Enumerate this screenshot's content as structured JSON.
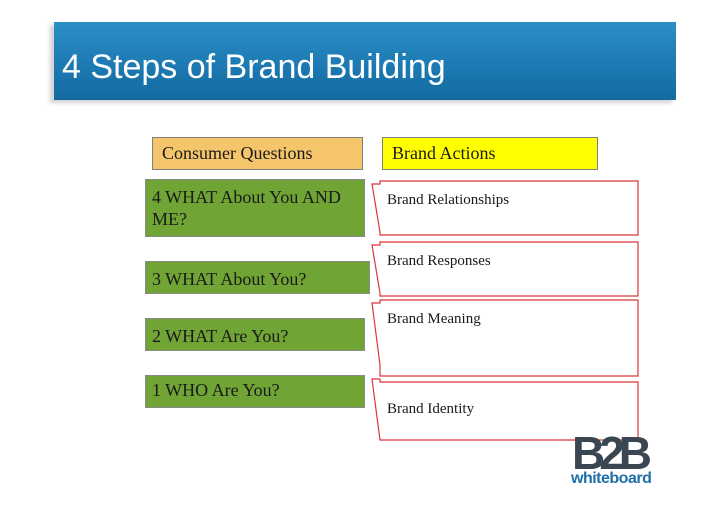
{
  "slide": {
    "title": "4 Steps of Brand Building"
  },
  "headers": {
    "consumer": "Consumer Questions",
    "brand": "Brand Actions"
  },
  "questions": [
    "4 WHAT About You AND ME?",
    "3 WHAT About You?",
    "2 WHAT Are You?",
    "1 WHO Are You?"
  ],
  "actions": [
    "Brand Relationships",
    "Brand Responses",
    "Brand Meaning",
    "Brand Identity"
  ],
  "logo": {
    "mark": "B2B",
    "wordmark": "whiteboard"
  },
  "colors": {
    "title_bar": "#1d7ab3",
    "consumer_header": "#f5c56b",
    "brand_header": "#ffff00",
    "question_fill": "#70a434",
    "action_border": "#d9363e",
    "logo_dark": "#3a4651",
    "logo_blue": "#1e6fa8"
  }
}
